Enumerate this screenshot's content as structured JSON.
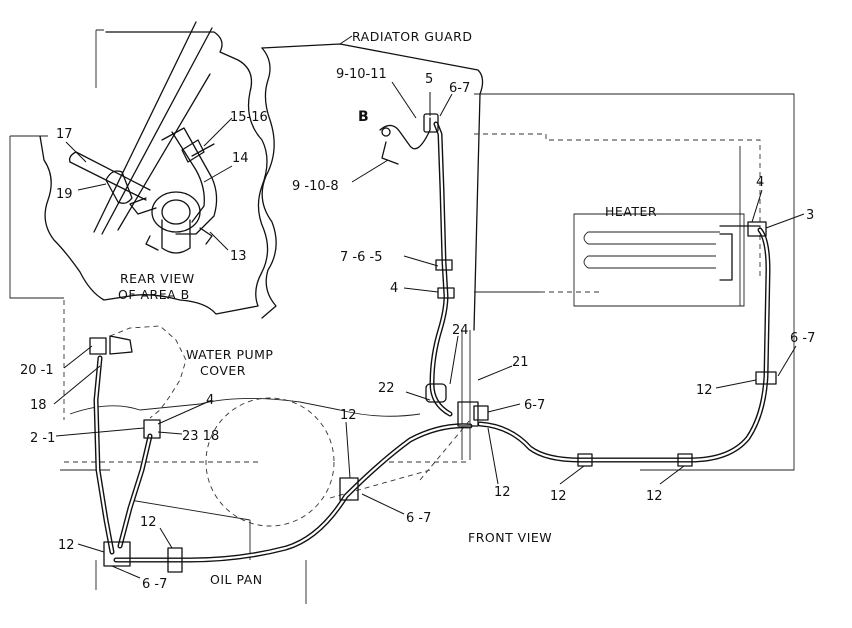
{
  "captions": {
    "radiator_guard": "RADIATOR GUARD",
    "heater": "HEATER",
    "rear_view_line1": "REAR VIEW",
    "rear_view_line2": "OF AREA B",
    "water_pump_line1": "WATER PUMP",
    "water_pump_line2": "COVER",
    "front_view": "FRONT VIEW",
    "oil_pan": "OIL PAN",
    "area_marker": "B"
  },
  "callouts": {
    "c_9_10_11": "9-10-11",
    "c_5": "5",
    "c_6_7_top": "6-7",
    "c_9_10_8": "9 -10-8",
    "c_15_16": "15-16",
    "c_17": "17",
    "c_14": "14",
    "c_19": "19",
    "c_13": "13",
    "c_4_heater": "4",
    "c_3": "3",
    "c_7_6_5": "7 -6 -5",
    "c_4_mid": "4",
    "c_24": "24",
    "c_21": "21",
    "c_6_7_right": "6 -7",
    "c_12_right": "12",
    "c_22": "22",
    "c_6_7_mid": "6-7",
    "c_20_1": "20 -1",
    "c_18": "18",
    "c_4_pump": "4",
    "c_2_1": "2 -1",
    "c_23_18": "23 18",
    "c_12_upper": "12",
    "c_12_center": "12",
    "c_12_bottom1": "12",
    "c_12_bottom2": "12",
    "c_6_7_lower": "6 -7",
    "c_12_left": "12",
    "c_12_oilpan": "12",
    "c_6_7_bottom": "6 -7"
  }
}
